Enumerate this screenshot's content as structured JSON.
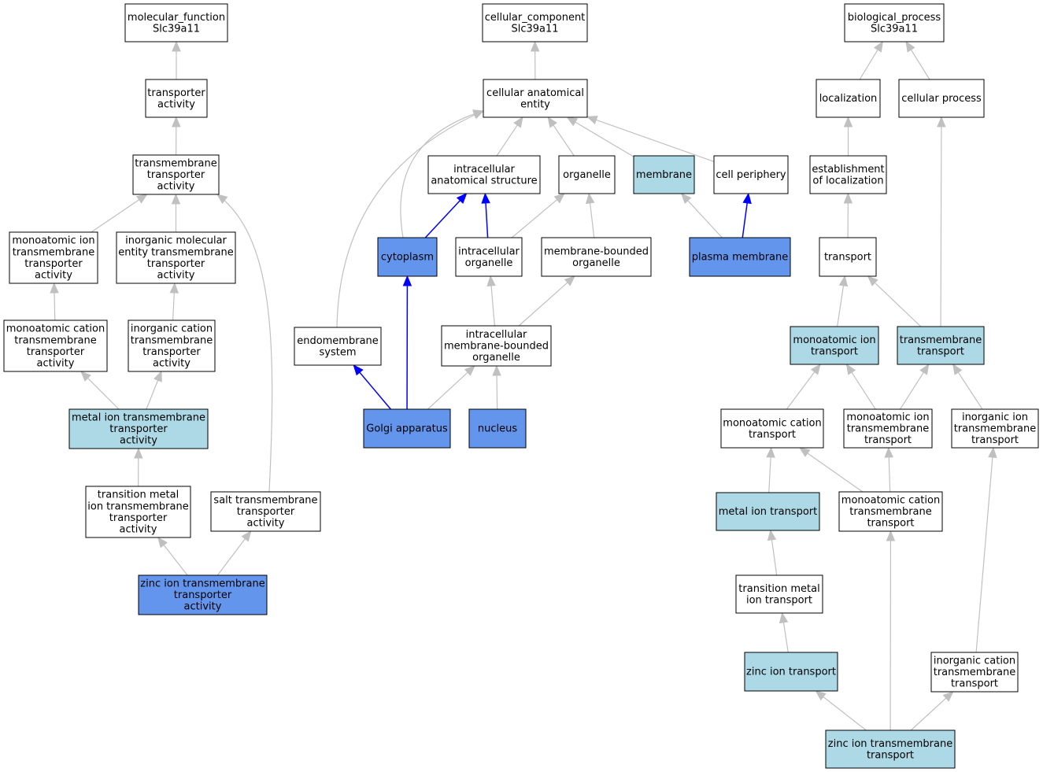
{
  "colors": {
    "white": "#ffffff",
    "light": "#add8e6",
    "dark": "#6495ed",
    "edge_gray": "#c0c0c0",
    "edge_blue": "#0000ff",
    "border": "#000000"
  },
  "nodes": [
    {
      "id": "mf",
      "fill": "white",
      "lines": [
        "molecular_function",
        "Slc39a11"
      ]
    },
    {
      "id": "ta",
      "fill": "white",
      "lines": [
        "transporter",
        "activity"
      ]
    },
    {
      "id": "tta",
      "fill": "white",
      "lines": [
        "transmembrane",
        "transporter",
        "activity"
      ]
    },
    {
      "id": "mitta",
      "fill": "white",
      "lines": [
        "monoatomic ion",
        "transmembrane",
        "transporter",
        "activity"
      ]
    },
    {
      "id": "imetta",
      "fill": "white",
      "lines": [
        "inorganic molecular",
        "entity transmembrane",
        "transporter",
        "activity"
      ]
    },
    {
      "id": "mctta",
      "fill": "white",
      "lines": [
        "monoatomic cation",
        "transmembrane",
        "transporter",
        "activity"
      ]
    },
    {
      "id": "ictta",
      "fill": "white",
      "lines": [
        "inorganic cation",
        "transmembrane",
        "transporter",
        "activity"
      ]
    },
    {
      "id": "mitta2",
      "fill": "light",
      "lines": [
        "metal ion transmembrane",
        "transporter",
        "activity"
      ]
    },
    {
      "id": "tmitta",
      "fill": "white",
      "lines": [
        "transition metal",
        "ion transmembrane",
        "transporter",
        "activity"
      ]
    },
    {
      "id": "stta",
      "fill": "white",
      "lines": [
        "salt transmembrane",
        "transporter",
        "activity"
      ]
    },
    {
      "id": "zitta",
      "fill": "dark",
      "lines": [
        "zinc ion transmembrane",
        "transporter",
        "activity"
      ]
    },
    {
      "id": "cc",
      "fill": "white",
      "lines": [
        "cellular_component",
        "Slc39a11"
      ]
    },
    {
      "id": "cae",
      "fill": "white",
      "lines": [
        "cellular anatomical",
        "entity"
      ]
    },
    {
      "id": "ias",
      "fill": "white",
      "lines": [
        "intracellular",
        "anatomical structure"
      ]
    },
    {
      "id": "org",
      "fill": "white",
      "lines": [
        "organelle"
      ]
    },
    {
      "id": "mem",
      "fill": "light",
      "lines": [
        "membrane"
      ]
    },
    {
      "id": "cp",
      "fill": "white",
      "lines": [
        "cell periphery"
      ]
    },
    {
      "id": "cyto",
      "fill": "dark",
      "lines": [
        "cytoplasm"
      ]
    },
    {
      "id": "io",
      "fill": "white",
      "lines": [
        "intracellular",
        "organelle"
      ]
    },
    {
      "id": "mbo",
      "fill": "white",
      "lines": [
        "membrane-bounded",
        "organelle"
      ]
    },
    {
      "id": "pm",
      "fill": "dark",
      "lines": [
        "plasma membrane"
      ]
    },
    {
      "id": "es",
      "fill": "white",
      "lines": [
        "endomembrane",
        "system"
      ]
    },
    {
      "id": "imbo",
      "fill": "white",
      "lines": [
        "intracellular",
        "membrane-bounded",
        "organelle"
      ]
    },
    {
      "id": "ga",
      "fill": "dark",
      "lines": [
        "Golgi apparatus"
      ]
    },
    {
      "id": "nuc",
      "fill": "dark",
      "lines": [
        "nucleus"
      ]
    },
    {
      "id": "bp",
      "fill": "white",
      "lines": [
        "biological_process",
        "Slc39a11"
      ]
    },
    {
      "id": "loc",
      "fill": "white",
      "lines": [
        "localization"
      ]
    },
    {
      "id": "cproc",
      "fill": "white",
      "lines": [
        "cellular process"
      ]
    },
    {
      "id": "eol",
      "fill": "white",
      "lines": [
        "establishment",
        "of localization"
      ]
    },
    {
      "id": "tr",
      "fill": "white",
      "lines": [
        "transport"
      ]
    },
    {
      "id": "mit",
      "fill": "light",
      "lines": [
        "monoatomic ion",
        "transport"
      ]
    },
    {
      "id": "tmt",
      "fill": "light",
      "lines": [
        "transmembrane",
        "transport"
      ]
    },
    {
      "id": "mct",
      "fill": "white",
      "lines": [
        "monoatomic cation",
        "transport"
      ]
    },
    {
      "id": "mitt",
      "fill": "white",
      "lines": [
        "monoatomic ion",
        "transmembrane",
        "transport"
      ]
    },
    {
      "id": "iitt",
      "fill": "white",
      "lines": [
        "inorganic ion",
        "transmembrane",
        "transport"
      ]
    },
    {
      "id": "mett",
      "fill": "light",
      "lines": [
        "metal ion transport"
      ]
    },
    {
      "id": "mctt",
      "fill": "white",
      "lines": [
        "monoatomic cation",
        "transmembrane",
        "transport"
      ]
    },
    {
      "id": "tmit",
      "fill": "white",
      "lines": [
        "transition metal",
        "ion transport"
      ]
    },
    {
      "id": "zit",
      "fill": "light",
      "lines": [
        "zinc ion transport"
      ]
    },
    {
      "id": "ictt",
      "fill": "white",
      "lines": [
        "inorganic cation",
        "transmembrane",
        "transport"
      ]
    },
    {
      "id": "zitt",
      "fill": "light",
      "lines": [
        "zinc ion transmembrane",
        "transport"
      ]
    }
  ],
  "edges": [
    {
      "from": "ta",
      "to": "mf",
      "color": "gray"
    },
    {
      "from": "tta",
      "to": "ta",
      "color": "gray"
    },
    {
      "from": "mitta",
      "to": "tta",
      "color": "gray"
    },
    {
      "from": "imetta",
      "to": "tta",
      "color": "gray"
    },
    {
      "from": "stta",
      "to": "tta",
      "color": "gray"
    },
    {
      "from": "mctta",
      "to": "mitta",
      "color": "gray"
    },
    {
      "from": "ictta",
      "to": "imetta",
      "color": "gray"
    },
    {
      "from": "mitta2",
      "to": "mctta",
      "color": "gray"
    },
    {
      "from": "mitta2",
      "to": "ictta",
      "color": "gray"
    },
    {
      "from": "tmitta",
      "to": "mitta2",
      "color": "gray"
    },
    {
      "from": "zitta",
      "to": "tmitta",
      "color": "gray"
    },
    {
      "from": "zitta",
      "to": "stta",
      "color": "gray"
    },
    {
      "from": "cae",
      "to": "cc",
      "color": "gray"
    },
    {
      "from": "ias",
      "to": "cae",
      "color": "gray"
    },
    {
      "from": "org",
      "to": "cae",
      "color": "gray"
    },
    {
      "from": "mem",
      "to": "cae",
      "color": "gray"
    },
    {
      "from": "cp",
      "to": "cae",
      "color": "gray"
    },
    {
      "from": "cyto",
      "to": "cae",
      "color": "gray"
    },
    {
      "from": "es",
      "to": "cae",
      "color": "gray"
    },
    {
      "from": "cyto",
      "to": "ias",
      "color": "blue"
    },
    {
      "from": "io",
      "to": "ias",
      "color": "blue"
    },
    {
      "from": "io",
      "to": "org",
      "color": "gray"
    },
    {
      "from": "mbo",
      "to": "org",
      "color": "gray"
    },
    {
      "from": "pm",
      "to": "mem",
      "color": "gray"
    },
    {
      "from": "pm",
      "to": "cp",
      "color": "blue"
    },
    {
      "from": "imbo",
      "to": "io",
      "color": "gray"
    },
    {
      "from": "imbo",
      "to": "mbo",
      "color": "gray"
    },
    {
      "from": "ga",
      "to": "cyto",
      "color": "blue"
    },
    {
      "from": "ga",
      "to": "es",
      "color": "blue"
    },
    {
      "from": "ga",
      "to": "imbo",
      "color": "gray"
    },
    {
      "from": "nuc",
      "to": "imbo",
      "color": "gray"
    },
    {
      "from": "loc",
      "to": "bp",
      "color": "gray"
    },
    {
      "from": "cproc",
      "to": "bp",
      "color": "gray"
    },
    {
      "from": "eol",
      "to": "loc",
      "color": "gray"
    },
    {
      "from": "tr",
      "to": "eol",
      "color": "gray"
    },
    {
      "from": "tmt",
      "to": "cproc",
      "color": "gray"
    },
    {
      "from": "mit",
      "to": "tr",
      "color": "gray"
    },
    {
      "from": "tmt",
      "to": "tr",
      "color": "gray"
    },
    {
      "from": "mct",
      "to": "mit",
      "color": "gray"
    },
    {
      "from": "mitt",
      "to": "mit",
      "color": "gray"
    },
    {
      "from": "mitt",
      "to": "tmt",
      "color": "gray"
    },
    {
      "from": "iitt",
      "to": "tmt",
      "color": "gray"
    },
    {
      "from": "mett",
      "to": "mct",
      "color": "gray"
    },
    {
      "from": "mctt",
      "to": "mct",
      "color": "gray"
    },
    {
      "from": "mctt",
      "to": "mitt",
      "color": "gray"
    },
    {
      "from": "ictt",
      "to": "iitt",
      "color": "gray"
    },
    {
      "from": "tmit",
      "to": "mett",
      "color": "gray"
    },
    {
      "from": "zit",
      "to": "tmit",
      "color": "gray"
    },
    {
      "from": "zitt",
      "to": "zit",
      "color": "gray"
    },
    {
      "from": "zitt",
      "to": "mctt",
      "color": "gray"
    },
    {
      "from": "zitt",
      "to": "ictt",
      "color": "gray"
    }
  ]
}
